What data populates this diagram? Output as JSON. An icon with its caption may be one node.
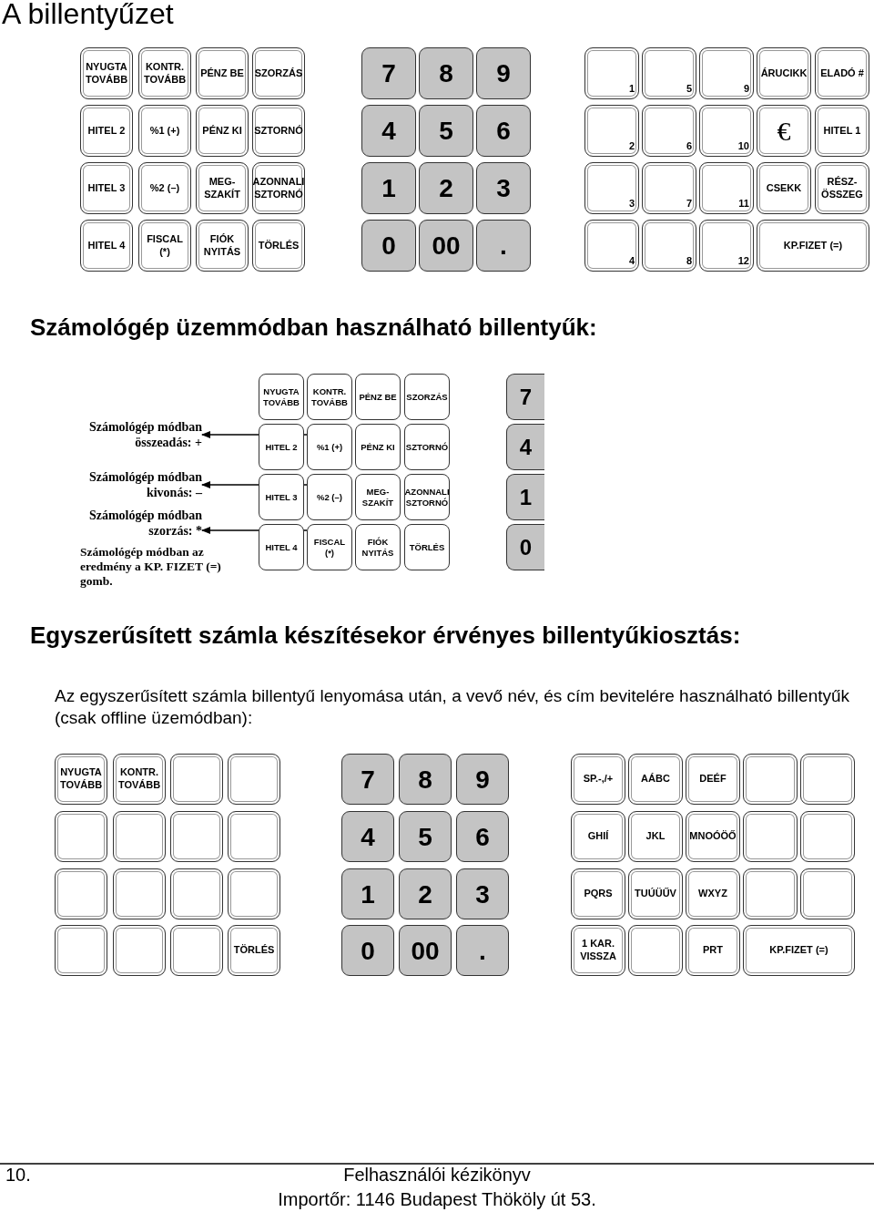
{
  "diagram": {
    "title": "A billentyűzet",
    "nodes": [
      {
        "text": [
          "NYUGTA TOVÁBB"
        ]
      },
      {
        "text": [
          "KONTR. TOVÁBB"
        ]
      },
      {
        "text": [
          "PÉNZ BE"
        ]
      },
      {
        "text": [
          "SZORZÁS"
        ]
      },
      {
        "text": [
          "7"
        ]
      },
      {
        "text": [
          "8"
        ]
      },
      {
        "text": [
          "9"
        ]
      },
      {
        "text": [
          "1"
        ]
      },
      {
        "text": [
          "5"
        ]
      },
      {
        "text": [
          "9"
        ]
      },
      {
        "text": [
          "ÁRUCIKK"
        ]
      },
      {
        "text": [
          "ELADÓ #"
        ]
      },
      {
        "text": [
          "HITEL 2"
        ]
      },
      {
        "text": [
          "%1 (+)"
        ]
      },
      {
        "text": [
          "PÉNZ KI"
        ]
      },
      {
        "text": [
          "SZTORNÓ"
        ]
      },
      {
        "text": [
          "4"
        ]
      },
      {
        "text": [
          "5"
        ]
      },
      {
        "text": [
          "6"
        ]
      },
      {
        "text": [
          "2"
        ]
      },
      {
        "text": [
          "6"
        ]
      },
      {
        "text": [
          "10"
        ]
      },
      {
        "text": [
          "€"
        ]
      },
      {
        "text": [
          "HITEL 1"
        ]
      },
      {
        "text": [
          "HITEL 3"
        ]
      },
      {
        "text": [
          "%2 (–)"
        ]
      },
      {
        "text": [
          "MEG- SZAKÍT"
        ]
      },
      {
        "text": [
          "AZONNALI SZTORNÓ"
        ]
      },
      {
        "text": [
          "1"
        ]
      },
      {
        "text": [
          "2"
        ]
      },
      {
        "text": [
          "3"
        ]
      },
      {
        "text": [
          "3"
        ]
      },
      {
        "text": [
          "7"
        ]
      },
      {
        "text": [
          "11"
        ]
      },
      {
        "text": [
          "CSEKK"
        ]
      },
      {
        "text": [
          "RÉSZ- ÖSSZEG"
        ]
      },
      {
        "text": [
          "HITEL 4"
        ]
      },
      {
        "text": [
          "FISCAL (*)"
        ]
      },
      {
        "text": [
          "FIÓK NYITÁS"
        ]
      },
      {
        "text": [
          "TÖRLÉS"
        ]
      },
      {
        "text": [
          "0"
        ]
      },
      {
        "text": [
          "00"
        ]
      },
      {
        "text": [
          "."
        ]
      },
      {
        "text": [
          "4"
        ]
      },
      {
        "text": [
          "8"
        ]
      },
      {
        "text": [
          "12"
        ]
      },
      {
        "text": [
          "KP.FIZET (=)"
        ]
      },
      {
        "text": [
          "NYUGTA TOVÁBB"
        ]
      },
      {
        "text": [
          "KONTR. TOVÁBB"
        ]
      },
      {
        "text": [
          "PÉNZ BE"
        ]
      },
      {
        "text": [
          "SZORZÁS"
        ]
      },
      {
        "text": [
          "7"
        ]
      },
      {
        "text": [
          "HITEL 2"
        ]
      },
      {
        "text": [
          "%1 (+)"
        ]
      },
      {
        "text": [
          "PÉNZ KI"
        ]
      },
      {
        "text": [
          "SZTORNÓ"
        ]
      },
      {
        "text": [
          "4"
        ]
      },
      {
        "text": [
          "HITEL 3"
        ]
      },
      {
        "text": [
          "%2 (–)"
        ]
      },
      {
        "text": [
          "MEG- SZAKÍT"
        ]
      },
      {
        "text": [
          "AZONNALI SZTORNÓ"
        ]
      },
      {
        "text": [
          "1"
        ]
      },
      {
        "text": [
          "HITEL 4"
        ]
      },
      {
        "text": [
          "FISCAL (*)"
        ]
      },
      {
        "text": [
          "FIÓK NYITÁS"
        ]
      },
      {
        "text": [
          "TÖRLÉS"
        ]
      },
      {
        "text": [
          "0"
        ]
      },
      {
        "text": [
          "Számológép módban összeadás: +"
        ]
      },
      {
        "text": [
          "Számológép módban kivonás: –"
        ]
      },
      {
        "text": [
          "Számológép módban szorzás: *"
        ]
      },
      {
        "text": [
          "NYUGTA TOVÁBB"
        ]
      },
      {
        "text": [
          "KONTR. TOVÁBB"
        ]
      },
      {
        "text": [],
        "shape": "box"
      },
      {
        "text": [],
        "shape": "box"
      },
      {
        "text": [
          "7"
        ]
      },
      {
        "text": [
          "8"
        ]
      },
      {
        "text": [
          "9"
        ]
      },
      {
        "text": [
          "SP.-,/+"
        ]
      },
      {
        "text": [
          "AÁBC"
        ]
      },
      {
        "text": [
          "DEÉF"
        ]
      },
      {
        "text": [],
        "shape": "box"
      },
      {
        "text": [],
        "shape": "box"
      },
      {
        "text": [],
        "shape": "box"
      },
      {
        "text": [],
        "shape": "box"
      },
      {
        "text": [],
        "shape": "box"
      },
      {
        "text": [],
        "shape": "box"
      },
      {
        "text": [
          "4"
        ]
      },
      {
        "text": [
          "5"
        ]
      },
      {
        "text": [
          "6"
        ]
      },
      {
        "text": [
          "GHIÍ"
        ]
      },
      {
        "text": [
          "JKL"
        ]
      },
      {
        "text": [
          "MNOÓÖŐ"
        ]
      },
      {
        "text": [],
        "shape": "box"
      },
      {
        "text": [],
        "shape": "box"
      },
      {
        "text": [],
        "shape": "box"
      },
      {
        "text": [],
        "shape": "box"
      },
      {
        "text": [],
        "shape": "box"
      },
      {
        "text": [],
        "shape": "box"
      },
      {
        "text": [
          "1"
        ]
      },
      {
        "text": [
          "2"
        ]
      },
      {
        "text": [
          "3"
        ]
      },
      {
        "text": [
          "PQRS"
        ]
      },
      {
        "text": [
          "TUÚÜŰV"
        ]
      },
      {
        "text": [
          "WXYZ"
        ]
      },
      {
        "text": [],
        "shape": "box"
      },
      {
        "text": [],
        "shape": "box"
      },
      {
        "text": [],
        "shape": "box"
      },
      {
        "text": [],
        "shape": "box"
      },
      {
        "text": [],
        "shape": "box"
      },
      {
        "text": [
          "TÖRLÉS"
        ]
      },
      {
        "text": [
          "0"
        ]
      },
      {
        "text": [
          "00"
        ]
      },
      {
        "text": [
          "."
        ]
      },
      {
        "text": [
          "1 KAR. VISSZA"
        ]
      },
      {
        "text": [],
        "shape": "box"
      },
      {
        "text": [
          "PRT"
        ]
      },
      {
        "text": [
          "KP.FIZET (=)"
        ]
      }
    ],
    "edges": [
      {
        "from": 53,
        "to": 67,
        "arrow": "to"
      },
      {
        "from": 58,
        "to": 68,
        "arrow": "to"
      },
      {
        "from": 63,
        "to": 69,
        "arrow": "to"
      }
    ],
    "labels": [
      "Számológép üzemmódban használható billentyűk:",
      "Számológép módban az eredmény a KP. FIZET (=) gomb.",
      "Egyszerűsített számla készítésekor érvényes billentyűkiosztás:",
      "Az egyszerűsített számla billentyű lenyomása után, a vevő név, és cím bevitelére használható billentyűk (csak offline üzemódban):",
      "10.",
      "Felhasználói kézikönyv",
      "Importőr: 1146 Budapest Thököly út 53."
    ]
  }
}
